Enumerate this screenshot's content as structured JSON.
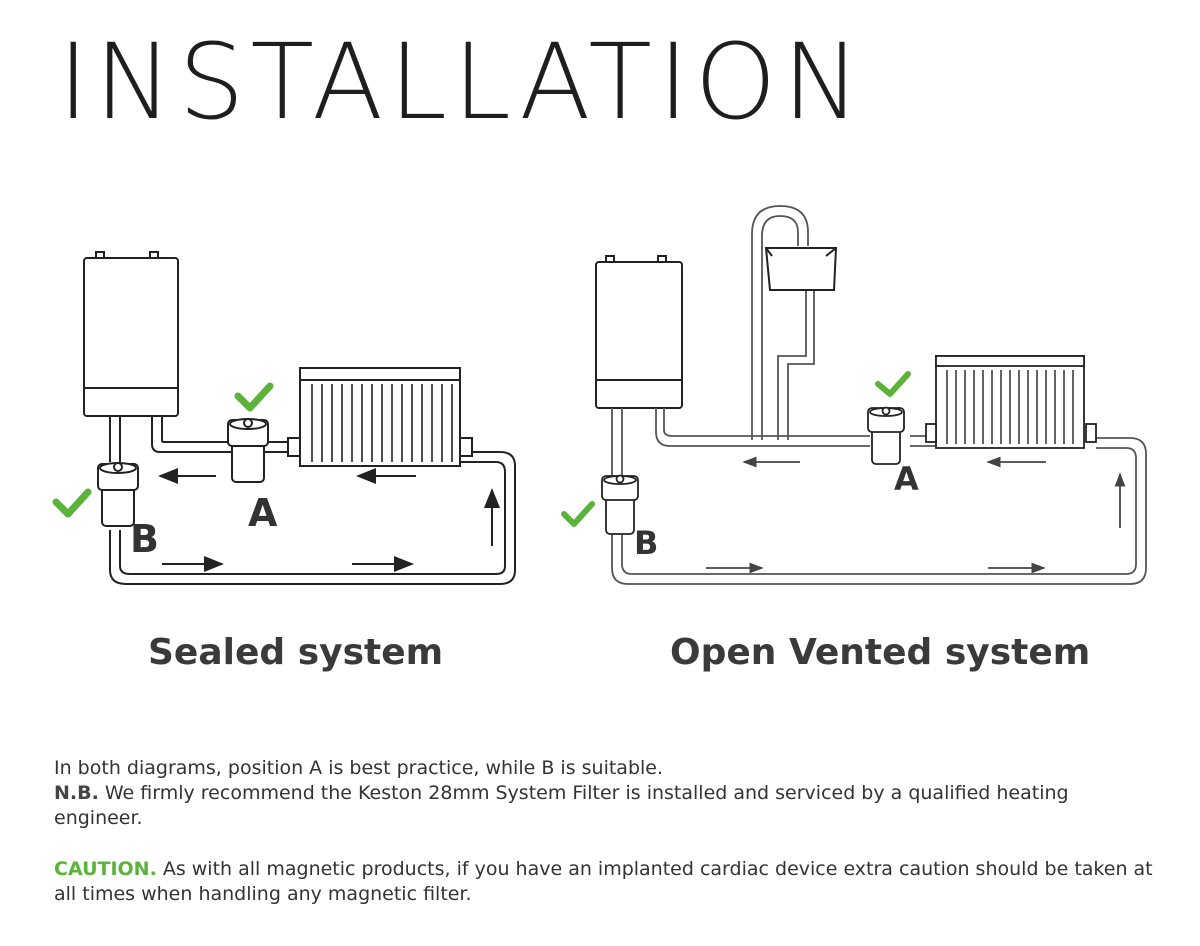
{
  "title": "INSTALLATION",
  "diagrams": {
    "sealed": {
      "caption": "Sealed system",
      "label_a": "A",
      "label_b": "B"
    },
    "open": {
      "caption": "Open Vented system",
      "label_a": "A",
      "label_b": "B"
    }
  },
  "notes": {
    "line1": "In both diagrams, position A is best practice, while B is suitable.",
    "nb_label": "N.B.",
    "nb_text": " We firmly recommend the Keston 28mm System Filter is installed and serviced by a qualified heating engineer.",
    "caution_label": "CAUTION.",
    "caution_text": " As with all magnetic products, if you have an implanted cardiac device extra caution should be taken at all times when handling any magnetic filter."
  },
  "colors": {
    "check": "#5bb33a",
    "line": "#222222",
    "text": "#333333"
  }
}
